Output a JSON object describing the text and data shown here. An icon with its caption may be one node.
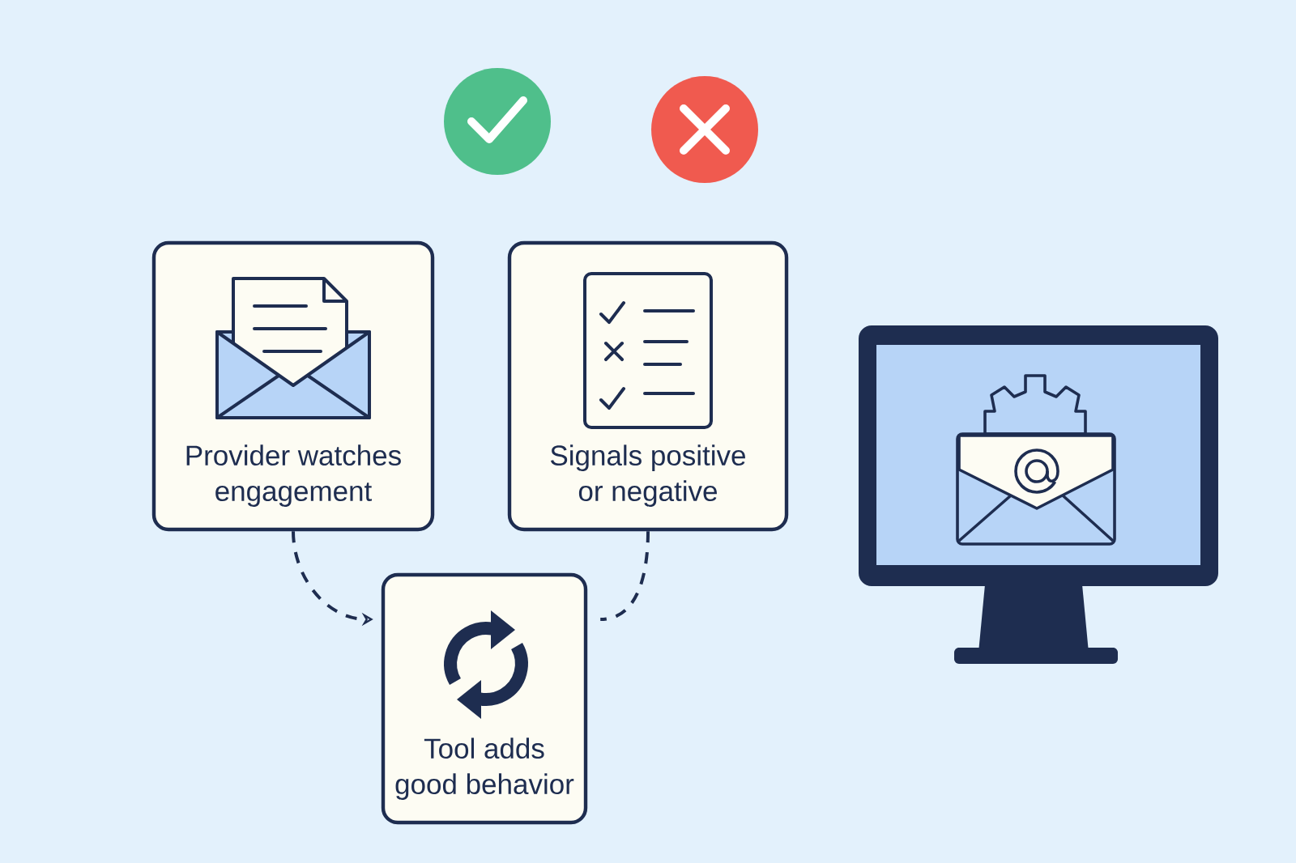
{
  "diagram": {
    "nodes": [
      {
        "text": [
          "Provider watches engagement"
        ]
      },
      {
        "text": [
          "Signals positive or negative"
        ]
      },
      {
        "text": [
          "Tool adds good behavior"
        ]
      }
    ],
    "edges": [
      {
        "from": 0,
        "to": 2,
        "arrow": "to",
        "style": "dashed"
      },
      {
        "from": 1,
        "to": 2,
        "arrow": "none",
        "style": "dashed"
      }
    ]
  }
}
